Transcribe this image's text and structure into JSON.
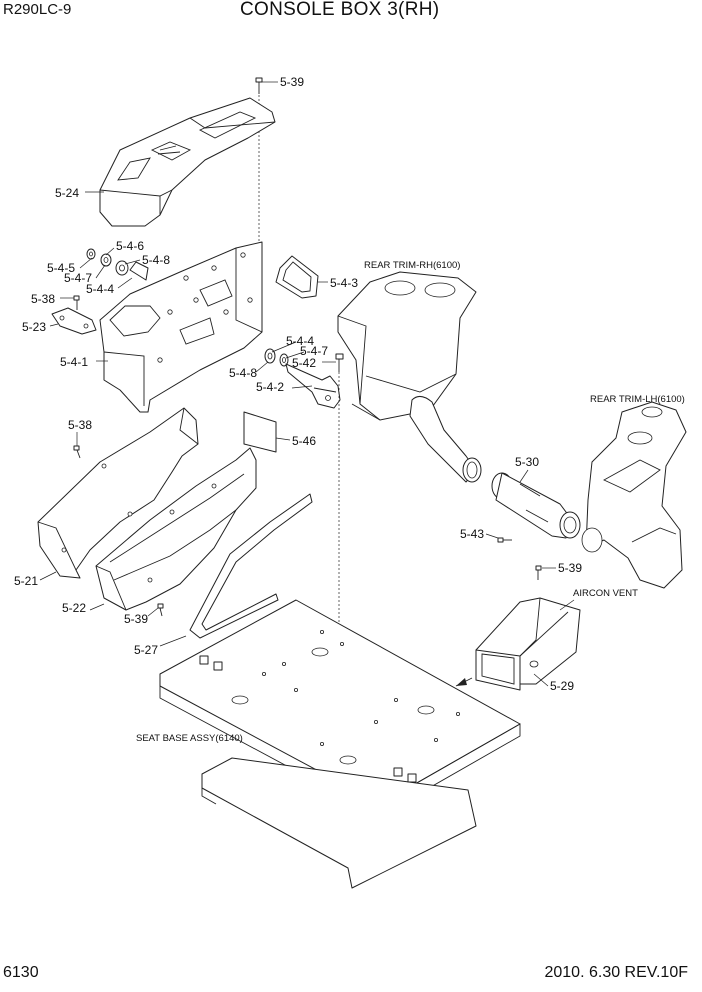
{
  "header": {
    "model": "R290LC-9",
    "title": "CONSOLE BOX 3(RH)"
  },
  "footer": {
    "page_number": "6130",
    "date_revision": "2010. 6.30  REV.10F"
  },
  "part_labels": {
    "p5_39_top": "5-39",
    "p5_24": "5-24",
    "p5_4_6": "5-4-6",
    "p5_4_5": "5-4-5",
    "p5_4_8_a": "5-4-8",
    "p5_4_7_a": "5-4-7",
    "p5_4_4_a": "5-4-4",
    "p5_38_a": "5-38",
    "p5_23": "5-23",
    "p5_4_1": "5-4-1",
    "p5_4_3": "5-4-3",
    "p5_4_4_b": "5-4-4",
    "p5_4_7_b": "5-4-7",
    "p5_42": "5-42",
    "p5_4_8_b": "5-4-8",
    "p5_4_2": "5-4-2",
    "p5_38_b": "5-38",
    "p5_46": "5-46",
    "p5_30": "5-30",
    "p5_43": "5-43",
    "p5_39_mid": "5-39",
    "p5_21": "5-21",
    "p5_22": "5-22",
    "p5_39_low": "5-39",
    "p5_27": "5-27",
    "p5_29": "5-29"
  },
  "reference_notes": {
    "rear_trim_rh": "REAR TRIM-RH(6100)",
    "rear_trim_lh": "REAR TRIM-LH(6100)",
    "aircon_vent": "AIRCON VENT",
    "seat_base": "SEAT BASE ASSY(6140)"
  }
}
